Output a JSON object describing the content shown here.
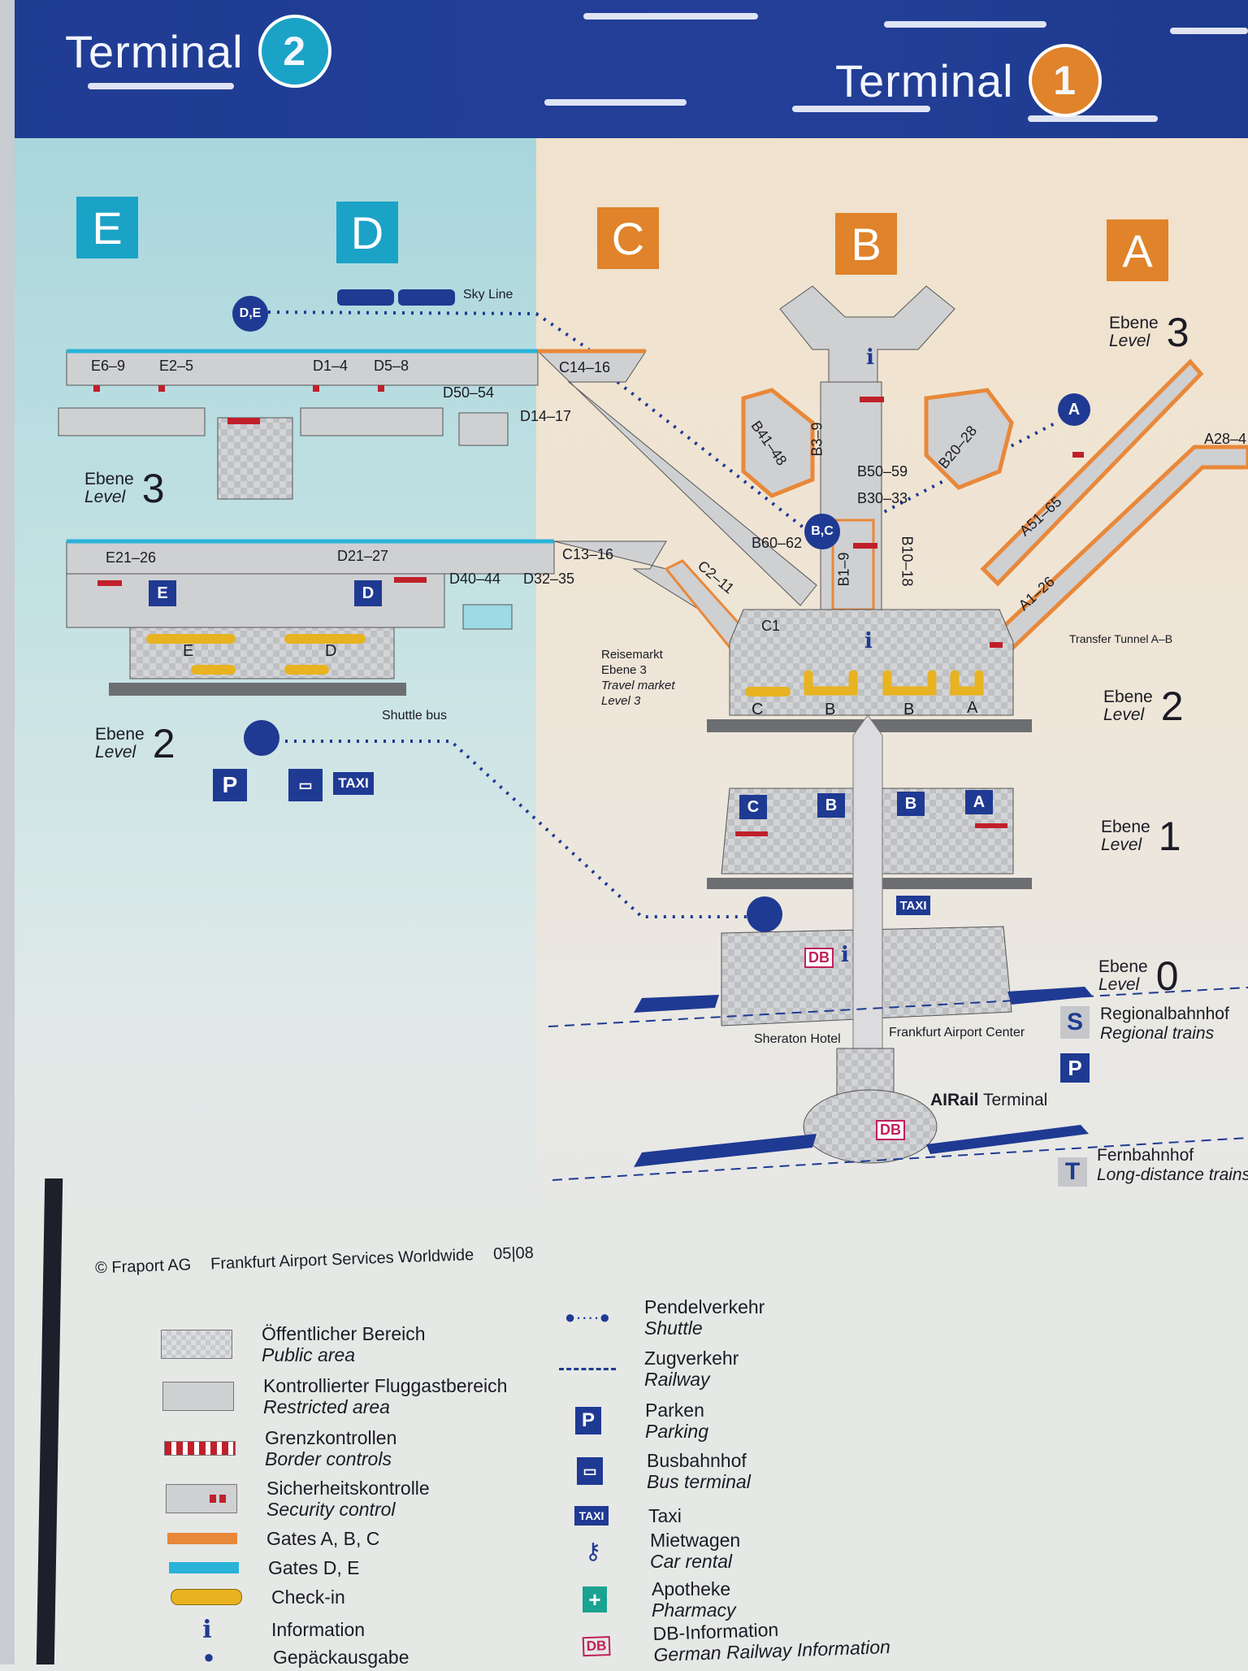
{
  "header": {
    "terminal2": {
      "label": "Terminal",
      "number": "2"
    },
    "terminal1": {
      "label": "Terminal",
      "number": "1"
    }
  },
  "colors": {
    "header_blue": "#1f3c93",
    "terminal2": "#1aa3c6",
    "terminal1": "#e0832a",
    "gates_abc": "#e8883a",
    "gates_de": "#2ab3d8",
    "checkin": "#e8b320",
    "border_red": "#c0202a"
  },
  "concourses": [
    "E",
    "D",
    "C",
    "B",
    "A"
  ],
  "levels": {
    "ebene": "Ebene",
    "level": "Level",
    "left_3": "3",
    "left_2": "2",
    "right_3": "3",
    "right_2": "2",
    "right_1": "1",
    "right_0": "0"
  },
  "gates": {
    "e6_9": "E6–9",
    "e2_5": "E2–5",
    "d1_4": "D1–4",
    "d5_8": "D5–8",
    "c14_16": "C14–16",
    "d50_54": "D50–54",
    "d14_17": "D14–17",
    "e21_26": "E21–26",
    "d21_27": "D21–27",
    "c13_16": "C13–16",
    "d40_44": "D40–44",
    "d32_35": "D32–35",
    "c2_11": "C2–11",
    "c1": "C1",
    "b41_48": "B41–48",
    "b3_9": "B3–9",
    "b50_59": "B50–59",
    "b30_33": "B30–33",
    "b20_28": "B20–28",
    "b60_62": "B60–62",
    "b1_9": "B1–9",
    "b10_18": "B10–18",
    "a51_65": "A51–65",
    "a1_26": "A1–26",
    "a28_4": "A28–4"
  },
  "labels": {
    "skyline": "Sky Line",
    "skyline_de": "D,E",
    "skyline_bc": "B,C",
    "skyline_a": "A",
    "shuttle_bus": "Shuttle bus",
    "taxi": "TAXI",
    "parking": "P",
    "checkin_e": "E",
    "checkin_d": "D",
    "checkin_c": "C",
    "checkin_b1": "B",
    "checkin_b2": "B",
    "checkin_a": "A",
    "lvl1_c": "C",
    "lvl1_b1": "B",
    "lvl1_b2": "B",
    "lvl1_a": "A",
    "travel_market": [
      "Reisemarkt",
      "Ebene 3",
      "Travel market",
      "Level 3"
    ],
    "transfer_tunnel": "Transfer Tunnel A–B",
    "sheraton": "Sheraton Hotel",
    "fac": "Frankfurt Airport Center",
    "airail": "AIRail",
    "airail_terminal": "Terminal",
    "db": "DB",
    "info": "i",
    "s_symbol": "S",
    "regional_de": "Regionalbahnhof",
    "regional_en": "Regional trains",
    "t_symbol": "T",
    "fern_de": "Fernbahnhof",
    "fern_en": "Long-distance trains"
  },
  "footer": {
    "copyright": "© Fraport AG",
    "services": "Frankfurt Airport Services Worldwide",
    "date": "05|08"
  },
  "legend": {
    "left": [
      {
        "de": "Öffentlicher Bereich",
        "en": "Public area"
      },
      {
        "de": "Kontrollierter Fluggastbereich",
        "en": "Restricted area"
      },
      {
        "de": "Grenzkontrollen",
        "en": "Border controls"
      },
      {
        "de": "Sicherheitskontrolle",
        "en": "Security control"
      },
      {
        "de": "Gates A, B, C",
        "en": ""
      },
      {
        "de": "Gates D, E",
        "en": ""
      },
      {
        "de": "Check-in",
        "en": ""
      },
      {
        "de": "Information",
        "en": ""
      },
      {
        "de": "Gepäckausgabe",
        "en": ""
      }
    ],
    "right": [
      {
        "de": "Pendelverkehr",
        "en": "Shuttle"
      },
      {
        "de": "Zugverkehr",
        "en": "Railway"
      },
      {
        "de": "Parken",
        "en": "Parking"
      },
      {
        "de": "Busbahnhof",
        "en": "Bus terminal"
      },
      {
        "de": "Taxi",
        "en": ""
      },
      {
        "de": "Mietwagen",
        "en": "Car rental"
      },
      {
        "de": "Apotheke",
        "en": "Pharmacy"
      },
      {
        "de": "DB-Information",
        "en": "German Railway Information"
      }
    ]
  }
}
